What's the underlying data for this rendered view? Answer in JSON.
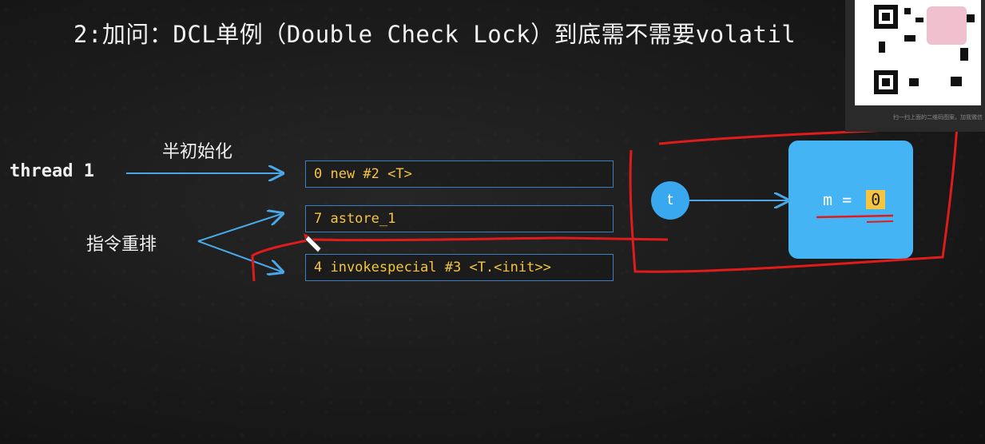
{
  "title": "2:加问：DCL单例（Double Check Lock）到底需不需要volatil",
  "thread_label": "thread 1",
  "half_init_label": "半初始化",
  "reorder_label": "指令重排",
  "instructions": [
    {
      "text": "0 new #2 <T>"
    },
    {
      "text": "7 astore_1"
    },
    {
      "text": "4 invokespecial #3 <T.<init>>"
    }
  ],
  "ref": {
    "label": "t"
  },
  "object": {
    "field": "m",
    "value": "0"
  },
  "qr": {
    "caption": "扫一扫上面的二维码图案，加我微信"
  },
  "colors": {
    "instr_text": "#f5c542",
    "box_border": "#3a7fc0",
    "arrow": "#4aa8e8",
    "object_fill": "#45b4f5",
    "annotation": "#e01b1b"
  }
}
